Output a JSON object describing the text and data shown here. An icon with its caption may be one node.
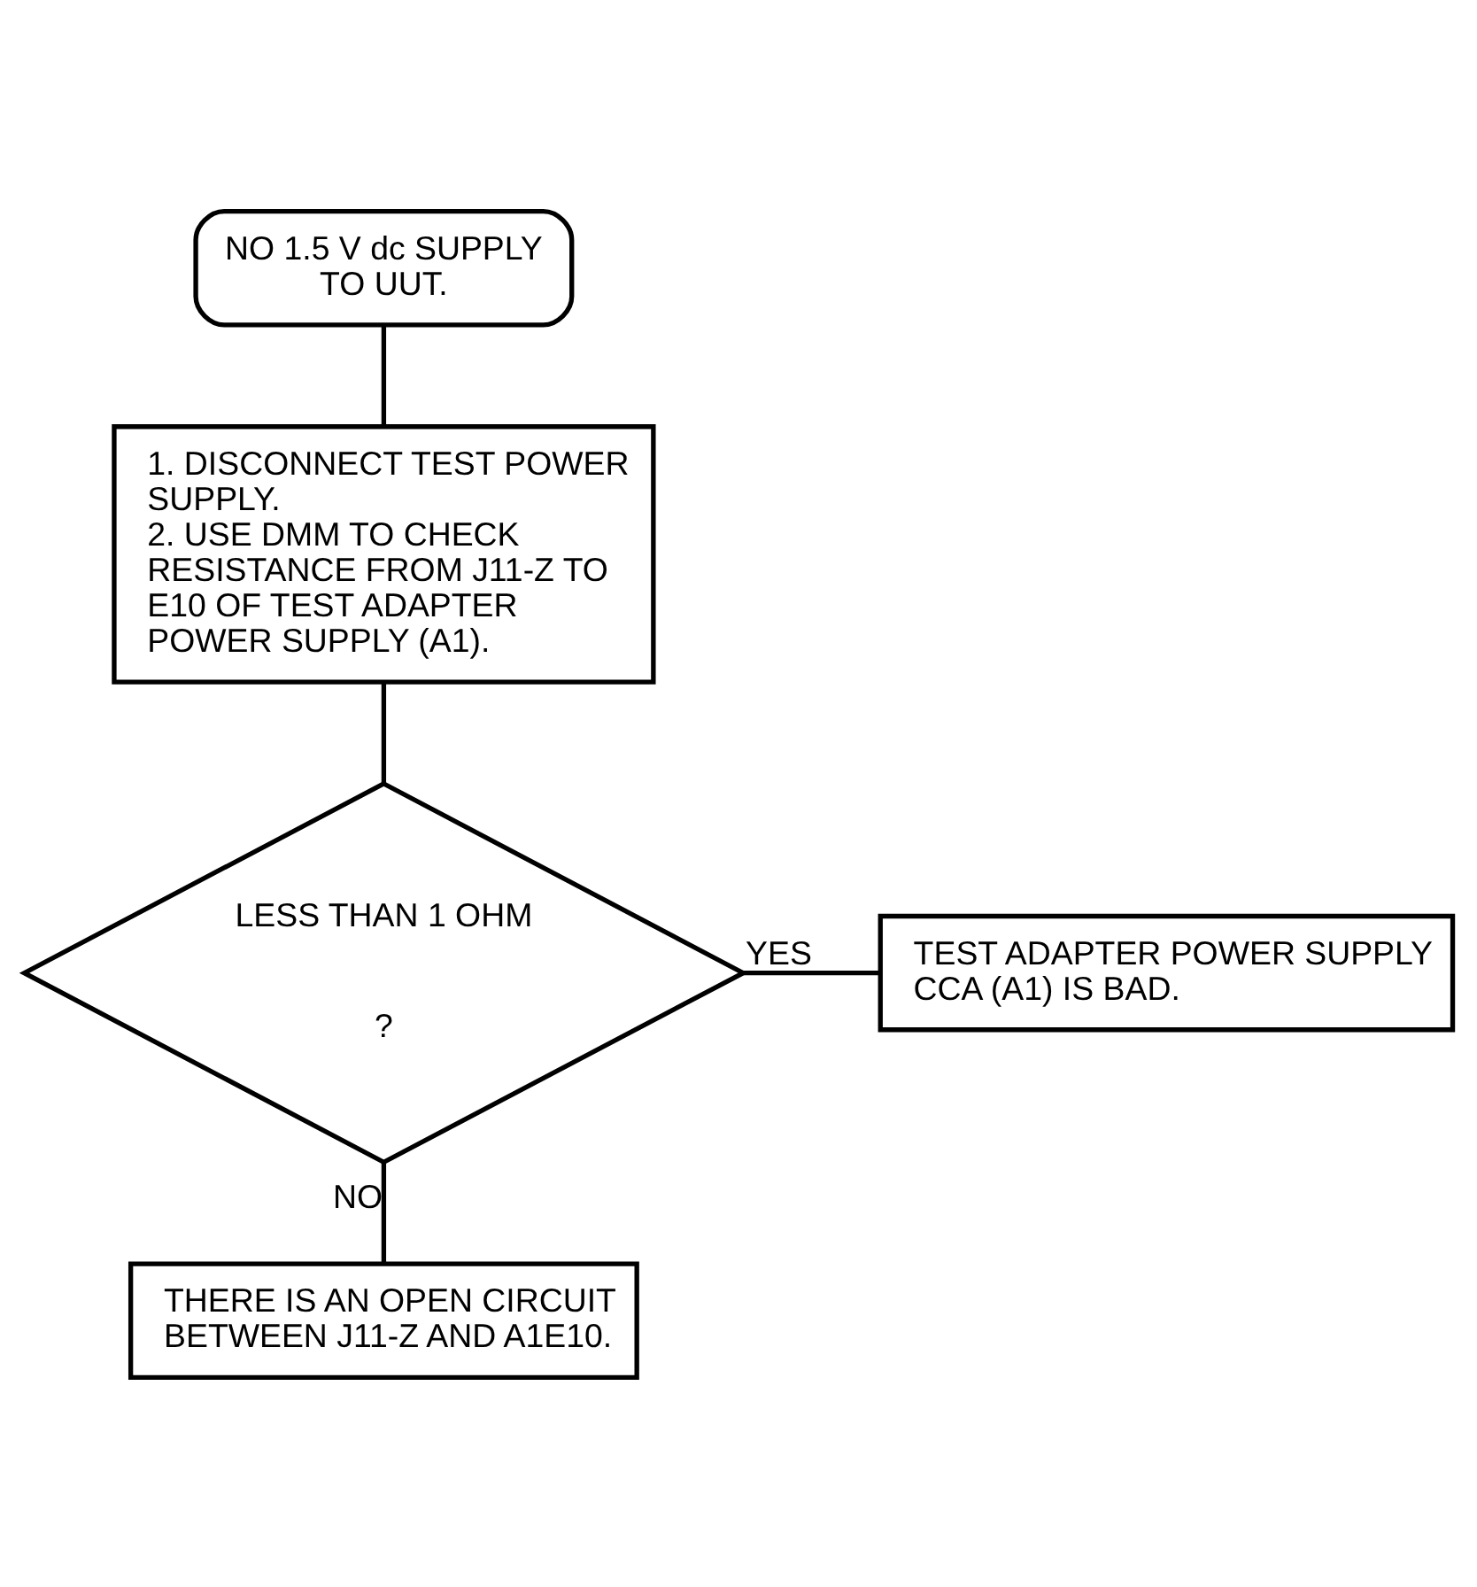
{
  "diagram": {
    "nodes": [
      {
        "text": [
          "NO 1.5 V dc SUPPLY TO UUT."
        ]
      },
      {
        "text": [
          "1. DISCONNECT TEST POWER SUPPLY.",
          "2. USE DMM TO CHECK RESISTANCE FROM J11-Z TO E10 OF TEST ADAPTER POWER SUPPLY (A1)."
        ]
      },
      {
        "text": [
          "LESS THAN 1 OHM",
          "?"
        ]
      },
      {
        "text": [
          "TEST ADAPTER POWER SUPPLY CCA (A1) IS BAD."
        ]
      },
      {
        "text": [
          "THERE IS AN OPEN CIRCUIT BETWEEN J11-Z AND A1E10."
        ]
      }
    ],
    "edges": [
      {
        "from": 0,
        "to": 1,
        "arrow": "none"
      },
      {
        "from": 1,
        "to": 2,
        "arrow": "none"
      },
      {
        "from": 2,
        "to": 3,
        "arrow": "none",
        "label": "YES"
      },
      {
        "from": 2,
        "to": 4,
        "arrow": "none",
        "label": "NO"
      }
    ]
  }
}
